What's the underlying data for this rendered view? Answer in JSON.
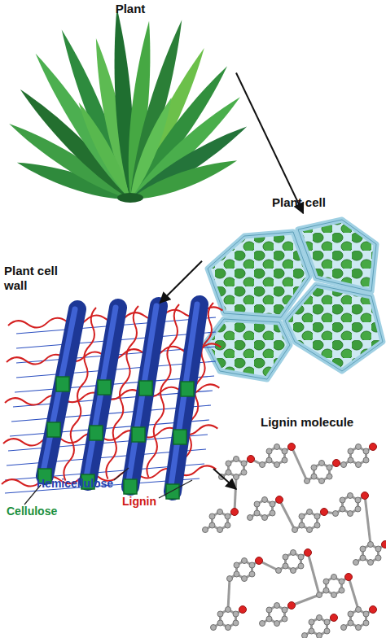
{
  "diagram": {
    "nodes": [
      {
        "text": [
          "Plant"
        ]
      },
      {
        "text": [
          "Plant cell"
        ]
      },
      {
        "text": [
          "Plant cell wall"
        ]
      },
      {
        "text": [
          "Lignin molecule"
        ]
      }
    ],
    "edges": [
      {
        "from": 0,
        "to": 1,
        "arrow": "to"
      },
      {
        "from": 1,
        "to": 2,
        "arrow": "to"
      },
      {
        "from": 2,
        "to": 3,
        "arrow": "to"
      }
    ],
    "labels": [
      "Hemicellulose",
      "Cellulose",
      "Lignin"
    ]
  }
}
